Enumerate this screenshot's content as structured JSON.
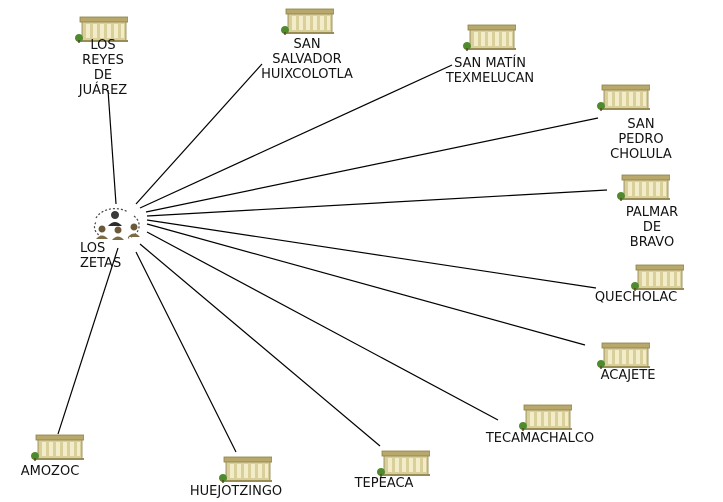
{
  "center": {
    "label": "LOS ZETAS",
    "icon": "criminal-group-icon"
  },
  "municipalities": [
    {
      "label": "LOS REYES\nDE JUÁREZ",
      "icon": "municipal-building-icon"
    },
    {
      "label": "SAN SALVADOR\nHUIXCOLOTLA",
      "icon": "municipal-building-icon"
    },
    {
      "label": "SAN MATÍN\nTEXMELUCAN",
      "icon": "municipal-building-icon"
    },
    {
      "label": "SAN PEDRO\nCHOLULA",
      "icon": "municipal-building-icon"
    },
    {
      "label": "PALMAR DE\nBRAVO",
      "icon": "municipal-building-icon"
    },
    {
      "label": "QUECHOLAC",
      "icon": "municipal-building-icon"
    },
    {
      "label": "ACAJETE",
      "icon": "municipal-building-icon"
    },
    {
      "label": "TECAMACHALCO",
      "icon": "municipal-building-icon"
    },
    {
      "label": "TEPEACA",
      "icon": "municipal-building-icon"
    },
    {
      "label": "HUEJOTZINGO",
      "icon": "municipal-building-icon"
    },
    {
      "label": "AMOZOC",
      "icon": "municipal-building-icon"
    }
  ],
  "colors": {
    "edge": "#000000",
    "building_wall": "#d9cf9a",
    "building_roof": "#b8a86a",
    "building_column": "#f2ecc8",
    "tree": "#4f8a2e"
  }
}
